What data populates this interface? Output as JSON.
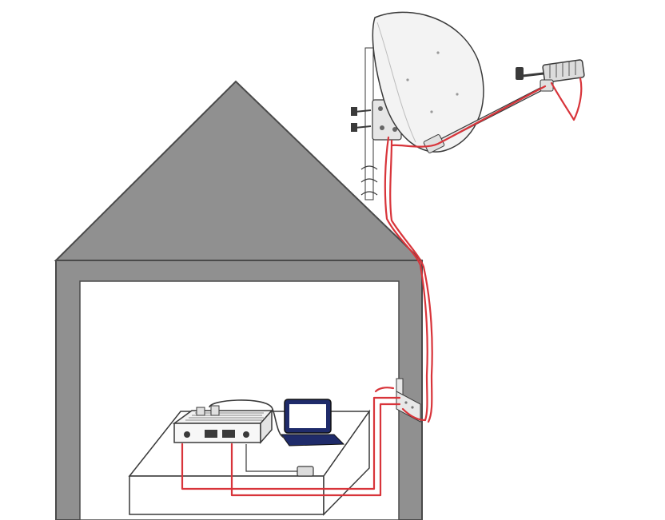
{
  "title": "",
  "colors": {
    "background": "#ffffff",
    "house_fill": "#909090",
    "house_outline": "#4a4a4a",
    "interior": "#ffffff",
    "cable": "#d8343a",
    "line": "#3a3a3a",
    "dish_fill": "#f3f3f3",
    "laptop_screen": "#1f2b6a"
  },
  "components": [
    {
      "id": "house",
      "icon": "house-outline"
    },
    {
      "id": "satellite-dish",
      "icon": "satellite-dish"
    },
    {
      "id": "lnb",
      "icon": "lnb-converter"
    },
    {
      "id": "mounting-bracket",
      "icon": "wall-bracket"
    },
    {
      "id": "modem",
      "icon": "satellite-modem"
    },
    {
      "id": "laptop",
      "icon": "laptop"
    },
    {
      "id": "power-adapter",
      "icon": "power-adapter"
    },
    {
      "id": "wall-feedthrough",
      "icon": "wall-plate"
    }
  ]
}
